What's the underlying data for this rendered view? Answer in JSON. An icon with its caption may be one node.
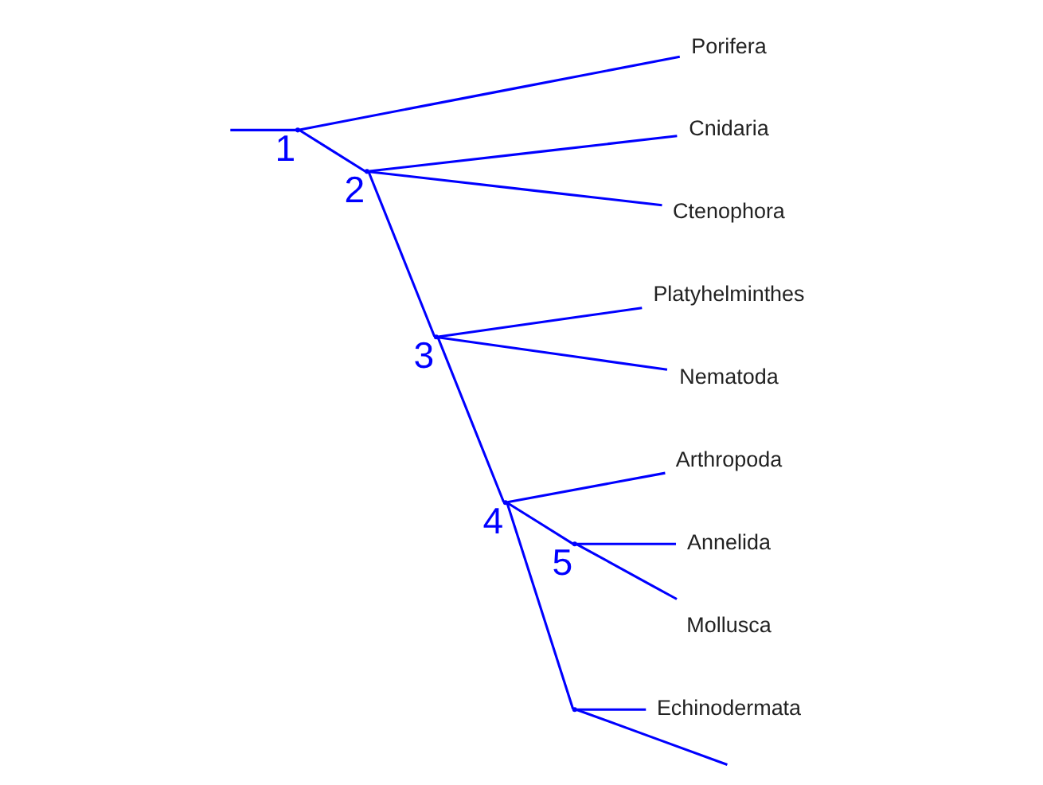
{
  "diagram": {
    "nodes": [
      {
        "text": [
          "1"
        ]
      },
      {
        "text": [
          "Porifera"
        ]
      },
      {
        "text": [
          "2"
        ]
      },
      {
        "text": [
          "Cnidaria"
        ]
      },
      {
        "text": [
          "Ctenophora"
        ]
      },
      {
        "text": [
          "3"
        ]
      },
      {
        "text": [
          "Platyhelminthes"
        ]
      },
      {
        "text": [
          "Nematoda"
        ]
      },
      {
        "text": [
          "4"
        ]
      },
      {
        "text": [
          "Arthropoda"
        ]
      },
      {
        "text": [
          "5"
        ]
      },
      {
        "text": [
          "Annelida"
        ]
      },
      {
        "text": [
          "Mollusca"
        ]
      },
      {
        "text": [],
        "shape": "point"
      },
      {
        "text": [
          "Echinodermata"
        ]
      }
    ],
    "edges": [
      {
        "from": null,
        "to": 0,
        "arrow": "none"
      },
      {
        "from": 0,
        "to": 1,
        "arrow": "none"
      },
      {
        "from": 0,
        "to": 2,
        "arrow": "none"
      },
      {
        "from": 2,
        "to": 3,
        "arrow": "none"
      },
      {
        "from": 2,
        "to": 4,
        "arrow": "none"
      },
      {
        "from": 2,
        "to": 5,
        "arrow": "none"
      },
      {
        "from": 5,
        "to": 6,
        "arrow": "none"
      },
      {
        "from": 5,
        "to": 7,
        "arrow": "none"
      },
      {
        "from": 5,
        "to": 8,
        "arrow": "none"
      },
      {
        "from": 8,
        "to": 9,
        "arrow": "none"
      },
      {
        "from": 8,
        "to": 10,
        "arrow": "none"
      },
      {
        "from": 10,
        "to": 11,
        "arrow": "none"
      },
      {
        "from": 10,
        "to": 12,
        "arrow": "none"
      },
      {
        "from": 8,
        "to": 13,
        "arrow": "none"
      },
      {
        "from": 13,
        "to": 14,
        "arrow": "none"
      },
      {
        "from": 13,
        "to": null,
        "arrow": "none"
      }
    ]
  }
}
